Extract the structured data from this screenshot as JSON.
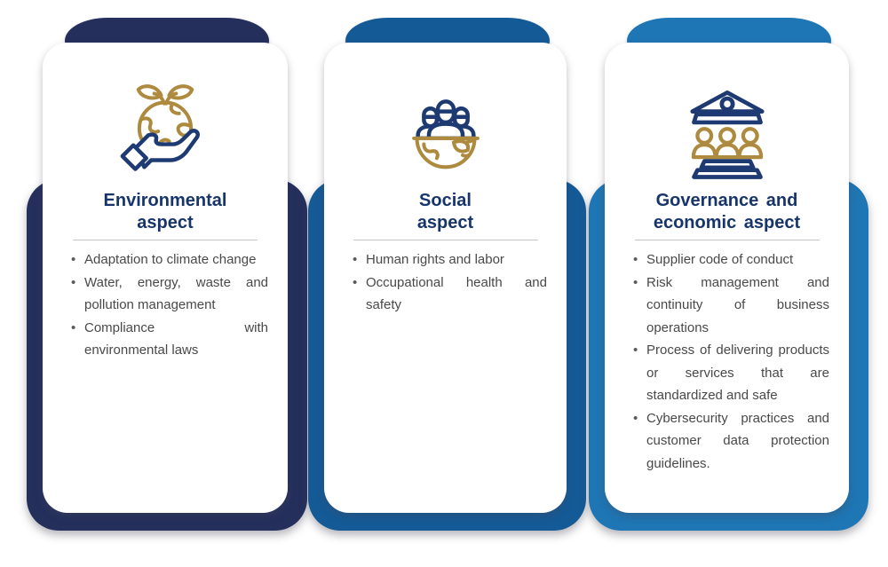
{
  "page": {
    "background": "#ffffff"
  },
  "colors": {
    "gold": "#ae8a3f",
    "icon_navy": "#1e3a72",
    "title_navy": "#17356c",
    "body_text": "#494949",
    "divider_gray": "#c4c4c4"
  },
  "cards": [
    {
      "name": "environmental",
      "accent": "#242f5c",
      "icon": "hand-holding-earth-sprout-icon",
      "title_line1": "Environmental",
      "title_line2": "aspect",
      "bullets": [
        "Adaptation to climate change",
        "Water, energy, waste and pollution management",
        "Compliance with environmental laws"
      ]
    },
    {
      "name": "social",
      "accent": "#145a96",
      "icon": "people-on-globe-icon",
      "title_line1": "Social",
      "title_line2": "aspect",
      "bullets": [
        "Human rights and labor",
        "Occupational health and safety"
      ]
    },
    {
      "name": "governance",
      "accent": "#1e76b4",
      "icon": "bank-with-people-icon",
      "title_line1": "Governance and",
      "title_line2": "economic aspect",
      "bullets": [
        "Supplier code of conduct",
        "Risk management and continuity of business operations",
        "Process of delivering products or services that are standardized and safe",
        "Cybersecurity practices and customer data protection guidelines."
      ]
    }
  ]
}
